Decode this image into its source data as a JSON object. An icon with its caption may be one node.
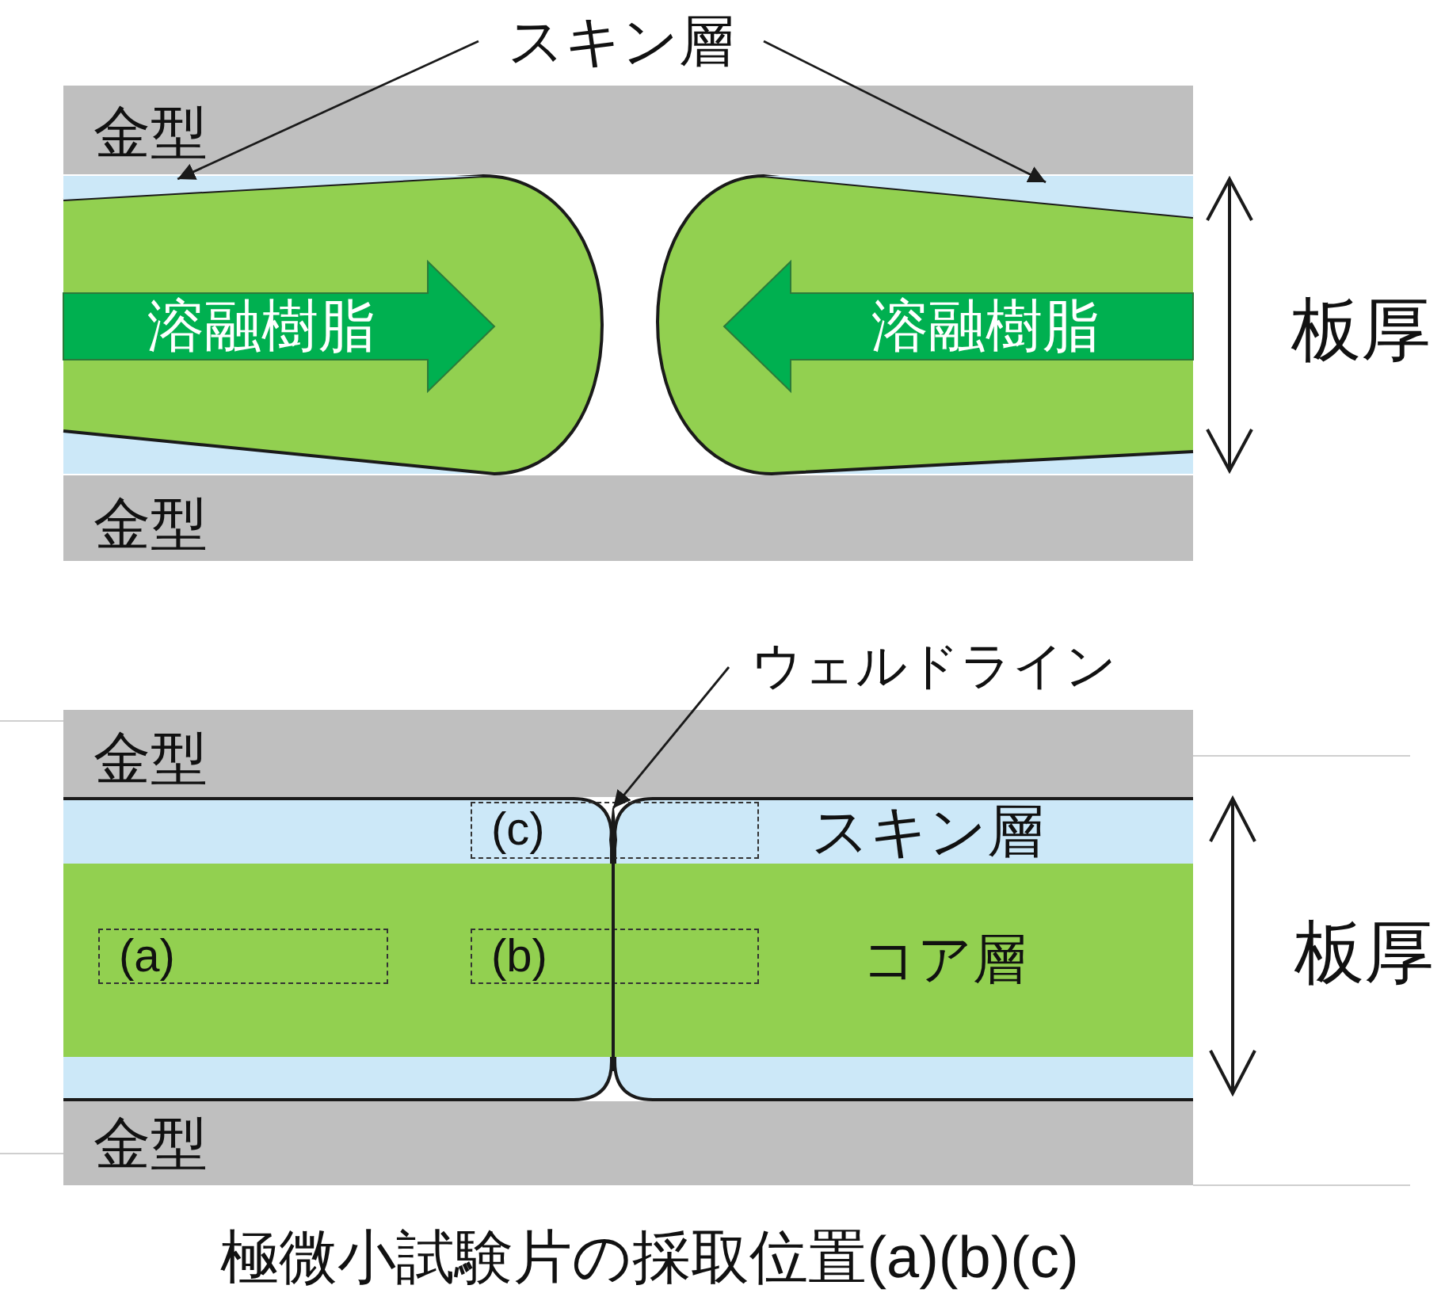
{
  "diagram": {
    "caption": "極微小試験片の採取位置(a)(b)(c)",
    "nodes": [
      {
        "text": [
          "スキン層"
        ]
      },
      {
        "text": [
          "金型"
        ]
      },
      {
        "text": [],
        "shape": "bar"
      },
      {
        "text": [],
        "shape": "bar"
      },
      {
        "text": [
          "溶融樹脂"
        ]
      },
      {
        "text": [
          "溶融樹脂"
        ]
      },
      {
        "text": [
          "金型"
        ]
      },
      {
        "text": [
          "ウェルドライン"
        ]
      },
      {
        "text": [],
        "shape": "bar"
      },
      {
        "text": [
          "金型"
        ]
      },
      {
        "text": [
          "(c)"
        ]
      },
      {
        "text": [
          "スキン層"
        ]
      },
      {
        "text": [
          "コア層"
        ]
      },
      {
        "text": [
          "(a)"
        ],
        "in": 12
      },
      {
        "text": [
          "(b)"
        ],
        "in": 12
      },
      {
        "text": [
          "金型"
        ]
      }
    ],
    "edges": [
      {
        "from": 0,
        "to": 2,
        "arrow": "to"
      },
      {
        "from": 0,
        "to": 3,
        "arrow": "to"
      },
      {
        "from": 7,
        "to": 8,
        "arrow": "to"
      }
    ],
    "labels": [
      "板厚",
      "板厚"
    ]
  }
}
